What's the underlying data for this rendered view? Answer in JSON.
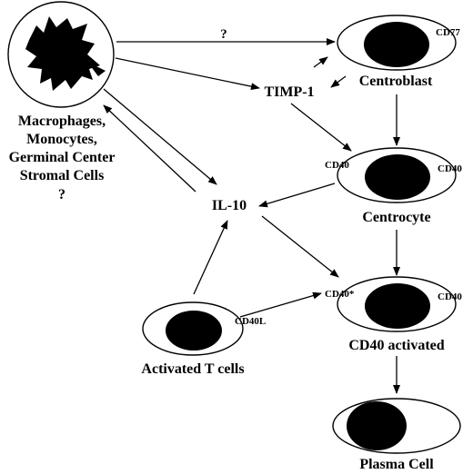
{
  "nodes": {
    "macrophage": {
      "label_lines": [
        "Macrophages,",
        "Monocytes,",
        "Germinal Center",
        "Stromal Cells",
        "?"
      ]
    },
    "centroblast": {
      "label": "Centroblast",
      "marker": "CD77"
    },
    "timp1": {
      "label": "TIMP-1"
    },
    "centrocyte": {
      "label": "Centrocyte",
      "marker_left": "CD40",
      "marker_right": "CD40"
    },
    "il10": {
      "label": "IL-10"
    },
    "activated_t": {
      "label": "Activated T cells",
      "marker": "CD40L"
    },
    "cd40_activated": {
      "label": "CD40 activated",
      "marker_left": "CD40*",
      "marker_right": "CD40"
    },
    "plasma_cell": {
      "label": "Plasma Cell"
    }
  },
  "edges": {
    "macrophage_to_centroblast_label": "?"
  },
  "colors": {
    "ink": "#000000",
    "background": "#ffffff"
  }
}
